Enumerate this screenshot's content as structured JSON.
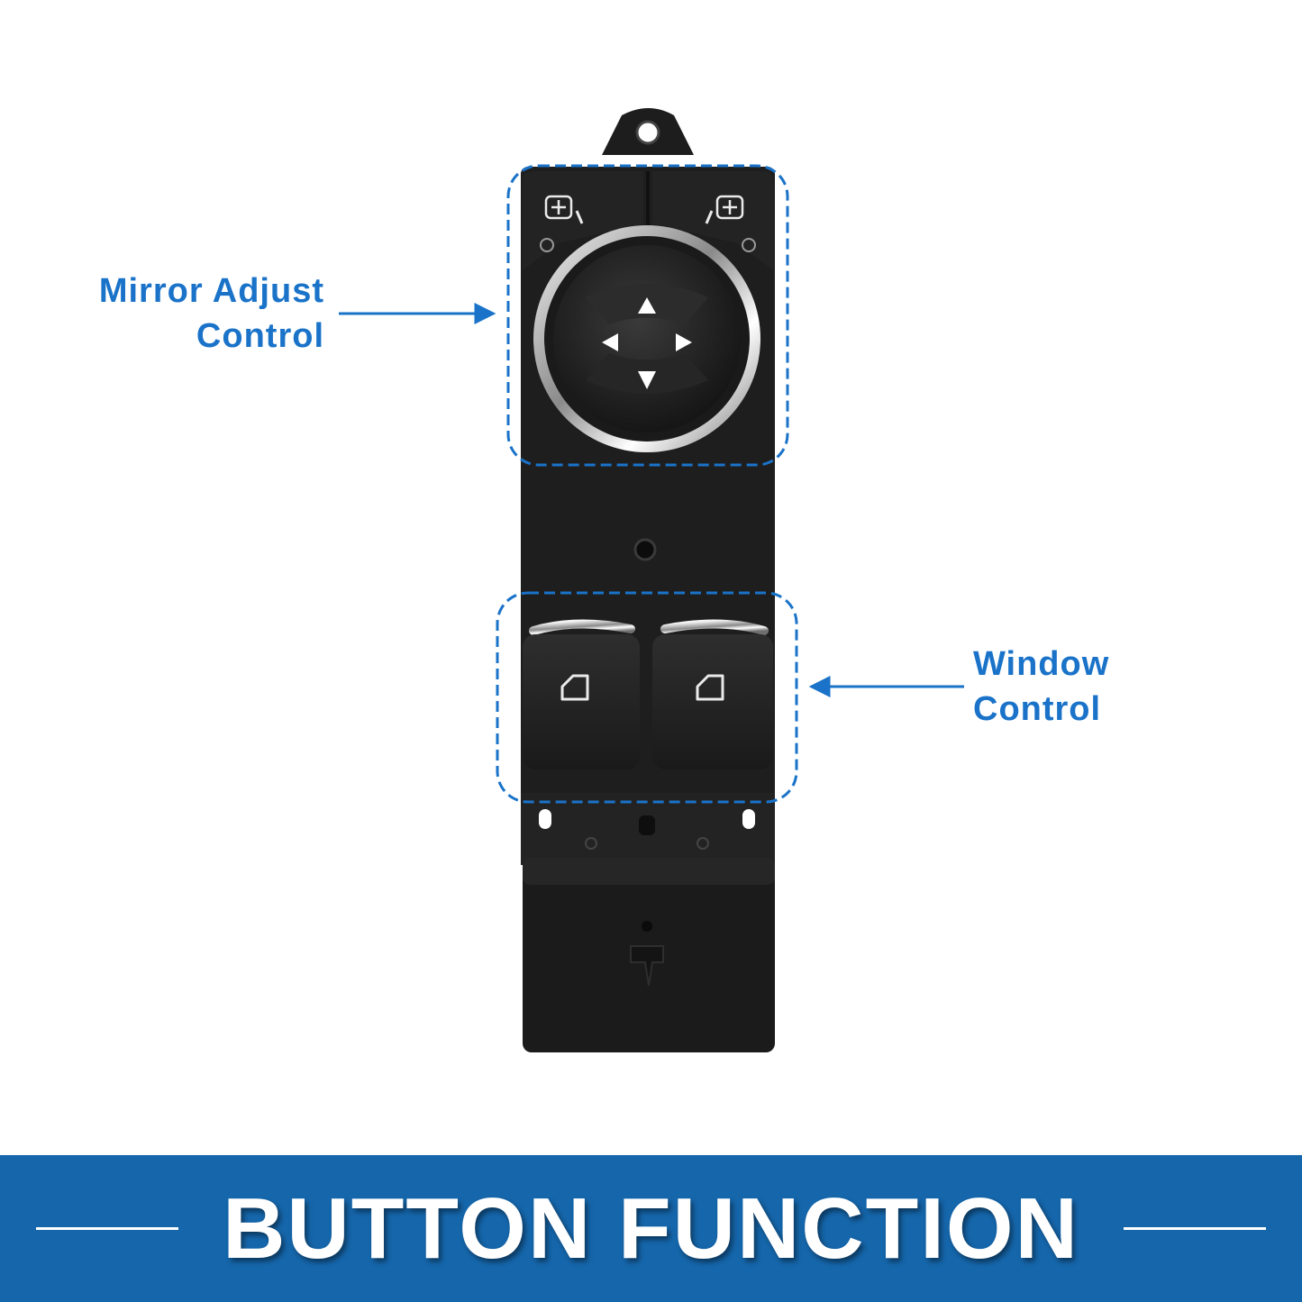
{
  "callouts": {
    "mirror": {
      "line1": "Mirror Adjust",
      "line2": "Control"
    },
    "window": {
      "line1": "Window",
      "line2": "Control"
    }
  },
  "banner": {
    "title": "BUTTON FUNCTION"
  },
  "colors": {
    "accent": "#1a73c9",
    "banner": "#1566ab",
    "panel": "#1c1c1c",
    "chrome": "#d8d8d8"
  },
  "icons": {
    "mirror_selector": "mirror-selector-icon",
    "joystick": "direction-arrows-icon",
    "window_switch": "window-icon"
  }
}
